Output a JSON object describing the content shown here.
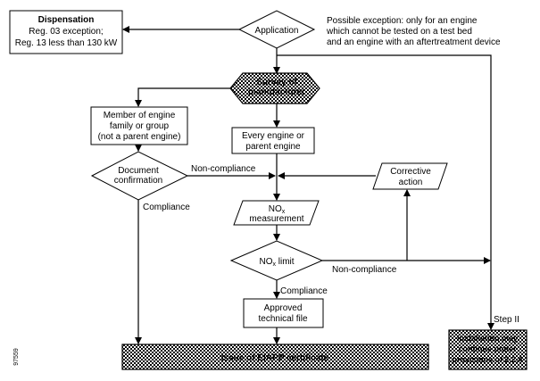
{
  "nodes": {
    "dispensation": [
      "Dispensation",
      "Reg. 03 exception;",
      "Reg. 13 less than 130 kW"
    ],
    "application": "Application",
    "exception_note": [
      "Possible exception: only for an engine",
      "which cannot be tested on a test bed",
      "and an engine with an aftertreatment device"
    ],
    "survey": [
      "Survey of",
      "manufacturer"
    ],
    "member": [
      "Member of engine",
      "family or group",
      "(not a parent engine)"
    ],
    "every_engine": [
      "Every engine or",
      "parent engine"
    ],
    "document_confirmation": [
      "Document",
      "confirmation"
    ],
    "corrective_action": [
      "Corrective",
      "action"
    ],
    "nox_measurement": {
      "main": "NO",
      "sub": "x",
      "line2": "measurement"
    },
    "nox_limit": {
      "main": "NO",
      "sub": "x",
      "rest": " limit"
    },
    "approved_file": [
      "Approved",
      "technical file"
    ],
    "certificate": "Issue of EIAPP certificate",
    "installation": [
      "Installation may",
      "continue under",
      "provisions of 2.2.4"
    ]
  },
  "labels": {
    "non_compliance_doc": "Non-compliance",
    "compliance_doc": "Compliance",
    "non_compliance_nox": "Non-compliance",
    "compliance_nox": "Compliance",
    "step_ii": "Step II",
    "figure_id": "97559"
  },
  "colors": {
    "line": "#000000",
    "background": "#ffffff"
  }
}
